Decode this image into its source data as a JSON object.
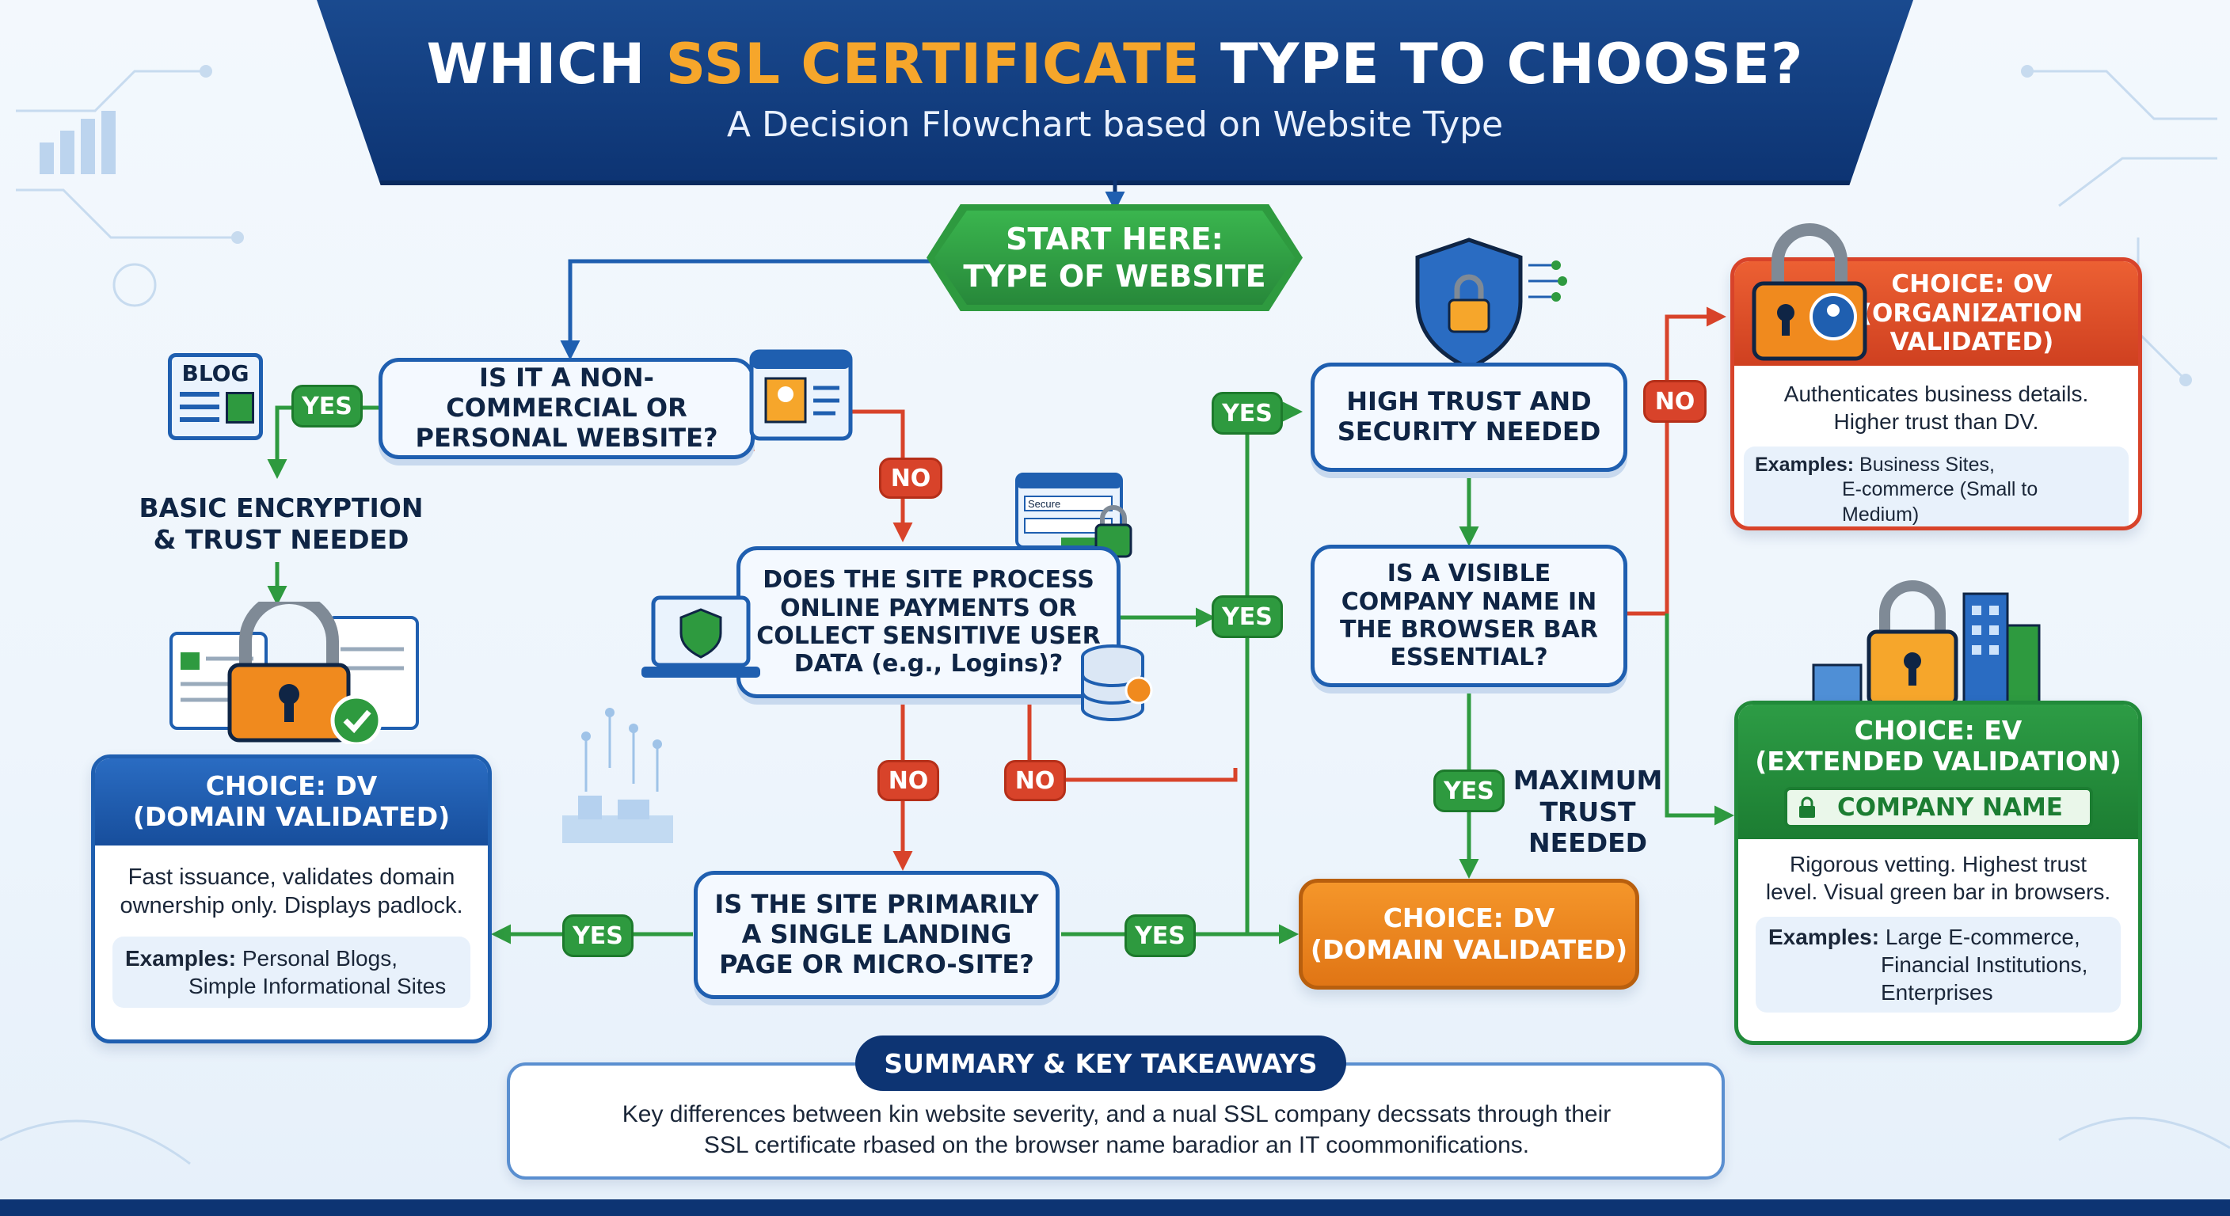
{
  "header": {
    "title_part1": "WHICH ",
    "title_highlight": "SSL CERTIFICATE",
    "title_part2": " TYPE TO CHOOSE?",
    "subtitle": "A Decision Flowchart based on Website Type"
  },
  "start": {
    "line1": "START HERE:",
    "line2": "TYPE OF WEBSITE"
  },
  "questions": {
    "q1": "IS IT A NON-COMMERCIAL OR PERSONAL WEBSITE?",
    "q2": "DOES THE SITE PROCESS ONLINE PAYMENTS OR COLLECT SENSITIVE USER DATA (e.g., Logins)?",
    "q3": "IS THE SITE PRIMARILY A SINGLE LANDING PAGE OR MICRO-SITE?",
    "q4": "HIGH TRUST AND SECURITY NEEDED",
    "q5": "IS A VISIBLE COMPANY NAME IN THE BROWSER BAR ESSENTIAL?"
  },
  "labels": {
    "yes": "YES",
    "no": "NO",
    "basic_needed": "BASIC ENCRYPTION & TRUST NEEDED",
    "max_trust": "MAXIMUM TRUST NEEDED",
    "blog_icon_text": "BLOG",
    "secure_text": "Secure"
  },
  "choices": {
    "dv_left": {
      "line1": "CHOICE: DV",
      "line2": "(DOMAIN VALIDATED)",
      "desc": "Fast issuance, validates domain ownership only. Displays padlock.",
      "examples_label": "Examples:",
      "examples_line1": "Personal Blogs,",
      "examples_line2": "Simple Informational Sites"
    },
    "dv_center": {
      "line1": "CHOICE: DV",
      "line2": "(DOMAIN VALIDATED)"
    },
    "ov": {
      "line1": "CHOICE: OV",
      "line2": "(ORGANIZATION",
      "line3": "VALIDATED)",
      "desc": "Authenticates business details. Higher trust than DV.",
      "examples_label": "Examples:",
      "examples_line1": "Business Sites,",
      "examples_line2": "E-commerce (Small to Medium)"
    },
    "ev": {
      "line1": "CHOICE: EV",
      "line2": "(EXTENDED VALIDATION)",
      "bar_text": "COMPANY NAME",
      "desc": "Rigorous vetting. Highest trust level. Visual green bar in browsers.",
      "examples_label": "Examples:",
      "examples_line1": "Large E-commerce,",
      "examples_line2": "Financial Institutions,",
      "examples_line3": "Enterprises"
    }
  },
  "summary": {
    "title": "SUMMARY & KEY TAKEAWAYS",
    "text_line1": "Key differences between kin website severity, and a nual SSL company decssats through their",
    "text_line2": "SSL certificate rbased on the browser name baradior an IT coommonifications."
  },
  "colors": {
    "navy": "#0d3473",
    "accent_orange": "#f6a62b",
    "yes_green": "#2e9a3f",
    "no_red": "#d8432a",
    "dv_blue": "#1f5fb0",
    "ov_red": "#e0522e",
    "ev_green": "#218a3a",
    "dv_orange": "#f08a1e"
  }
}
